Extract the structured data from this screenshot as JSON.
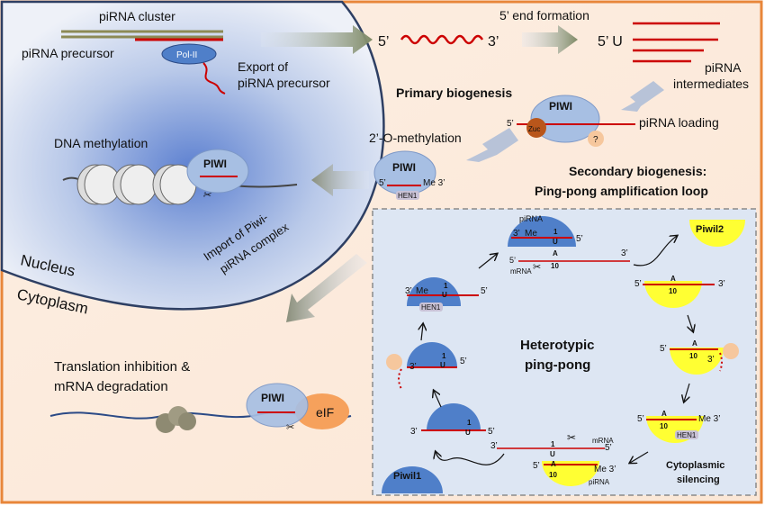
{
  "labels": {
    "pirna_cluster": "piRNA cluster",
    "pirna_precursor": "piRNA precursor",
    "pol2": "Pol-II",
    "export_l1": "Export of",
    "export_l2": "piRNA precursor",
    "end_formation": "5’ end formation",
    "five_prime": "5’",
    "three_prime": "3’",
    "five_u": "5’ U",
    "intermediates_l1": "piRNA",
    "intermediates_l2": "intermediates",
    "primary": "Primary biogenesis",
    "piwi": "PIWI",
    "zuc": "Zuc",
    "question": "?",
    "loading": "piRNA loading",
    "methylation": "2’-O-methylation",
    "me3": "Me 3’",
    "hen1": "HEN1",
    "dna_meth": "DNA methylation",
    "import_l1": "Import of Piwi-",
    "import_l2": "piRNA complex",
    "nucleus": "Nucleus",
    "cytoplasm": "Cytoplasm",
    "translation_l1": "Translation inhibition &",
    "translation_l2": "mRNA degradation",
    "eif": "eIF",
    "secondary_l1": "Secondary biogenesis:",
    "secondary_l2": "Ping-pong amplification loop",
    "heterotypic_l1": "Heterotypic",
    "heterotypic_l2": "ping-pong",
    "pirna": "piRNA",
    "mrna": "mRNA",
    "piwil1": "Piwil1",
    "piwil2": "Piwil2",
    "a": "A",
    "ten": "10",
    "one": "1",
    "u": "U",
    "cyto_sil_l1": "Cytoplasmic",
    "cyto_sil_l2": "silencing",
    "me": "Me"
  },
  "colors": {
    "nucleus_fill": "#c7d3ea",
    "nucleus_border": "#2e3f63",
    "piwi_blue": "#4f7fc9",
    "piwi_light": "#a7bfe3",
    "piwil2_yellow": "#ffff33",
    "rna_red": "#cc0000",
    "eif_orange": "#f6a15c",
    "zuc_brown": "#b9561b",
    "panel_border": "#e8863a",
    "box_fill": "#dde6f3"
  }
}
